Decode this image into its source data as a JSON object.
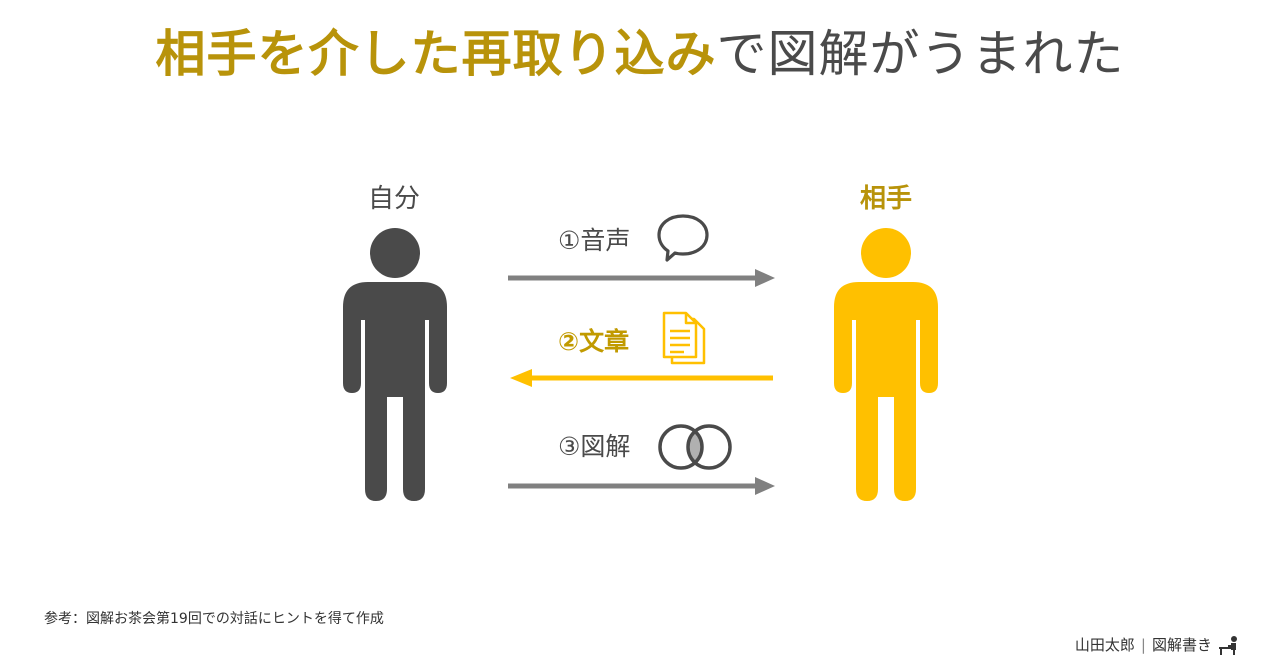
{
  "title": {
    "highlight": "相手を介した再取り込み",
    "rest": "で図解がうまれた"
  },
  "persons": {
    "self": "自分",
    "other": "相手"
  },
  "steps": [
    {
      "label": "①音声",
      "icon": "speech-bubble-icon",
      "direction": "right"
    },
    {
      "label": "②文章",
      "icon": "document-icon",
      "direction": "left"
    },
    {
      "label": "③図解",
      "icon": "venn-circles-icon",
      "direction": "right"
    }
  ],
  "colors": {
    "dark": "#4a4a4a",
    "accent": "#ffc000",
    "title_accent": "#b8930a",
    "arrow_gray": "#808080"
  },
  "footer": {
    "reference": "参考：図解お茶会第19回での対話にヒントを得て作成",
    "author": "山田太郎",
    "brand": "図解書き"
  }
}
